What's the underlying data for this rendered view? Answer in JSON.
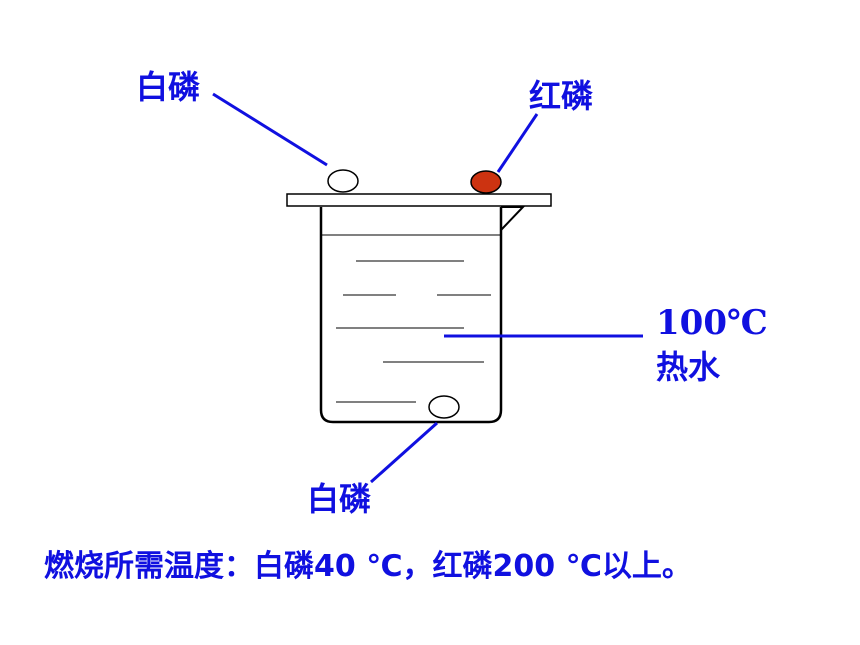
{
  "labels": {
    "white_p_top": "白磷",
    "red_p": "红磷",
    "water_temp": "100℃",
    "water": "热水",
    "white_p_bottom": "白磷"
  },
  "caption": {
    "text": "燃烧所需温度：白磷40 ℃，红磷200 ℃以上。"
  },
  "colors": {
    "label_blue": "#1010e0",
    "red_phosphorus": "#cc3311",
    "white_phosphorus": "#ffffff",
    "outline": "#000000"
  }
}
